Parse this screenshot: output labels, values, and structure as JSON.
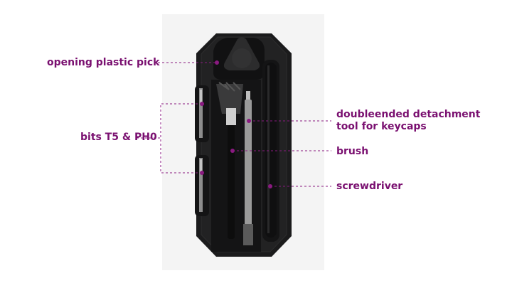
{
  "colors": {
    "label": "#7a1070",
    "leader_line": "#8a1a80",
    "case": "#1b1b1c",
    "backdrop": "#f3f3f3"
  },
  "labels": {
    "opening_pick": "opening plastic pick",
    "bits": "bits T5 & PH0",
    "detachment_tool_line1": "doubleended detachment",
    "detachment_tool_line2": "tool for keycaps",
    "brush": "brush",
    "screwdriver": "screwdriver"
  },
  "icons": {
    "product": "tool-kit-case"
  }
}
